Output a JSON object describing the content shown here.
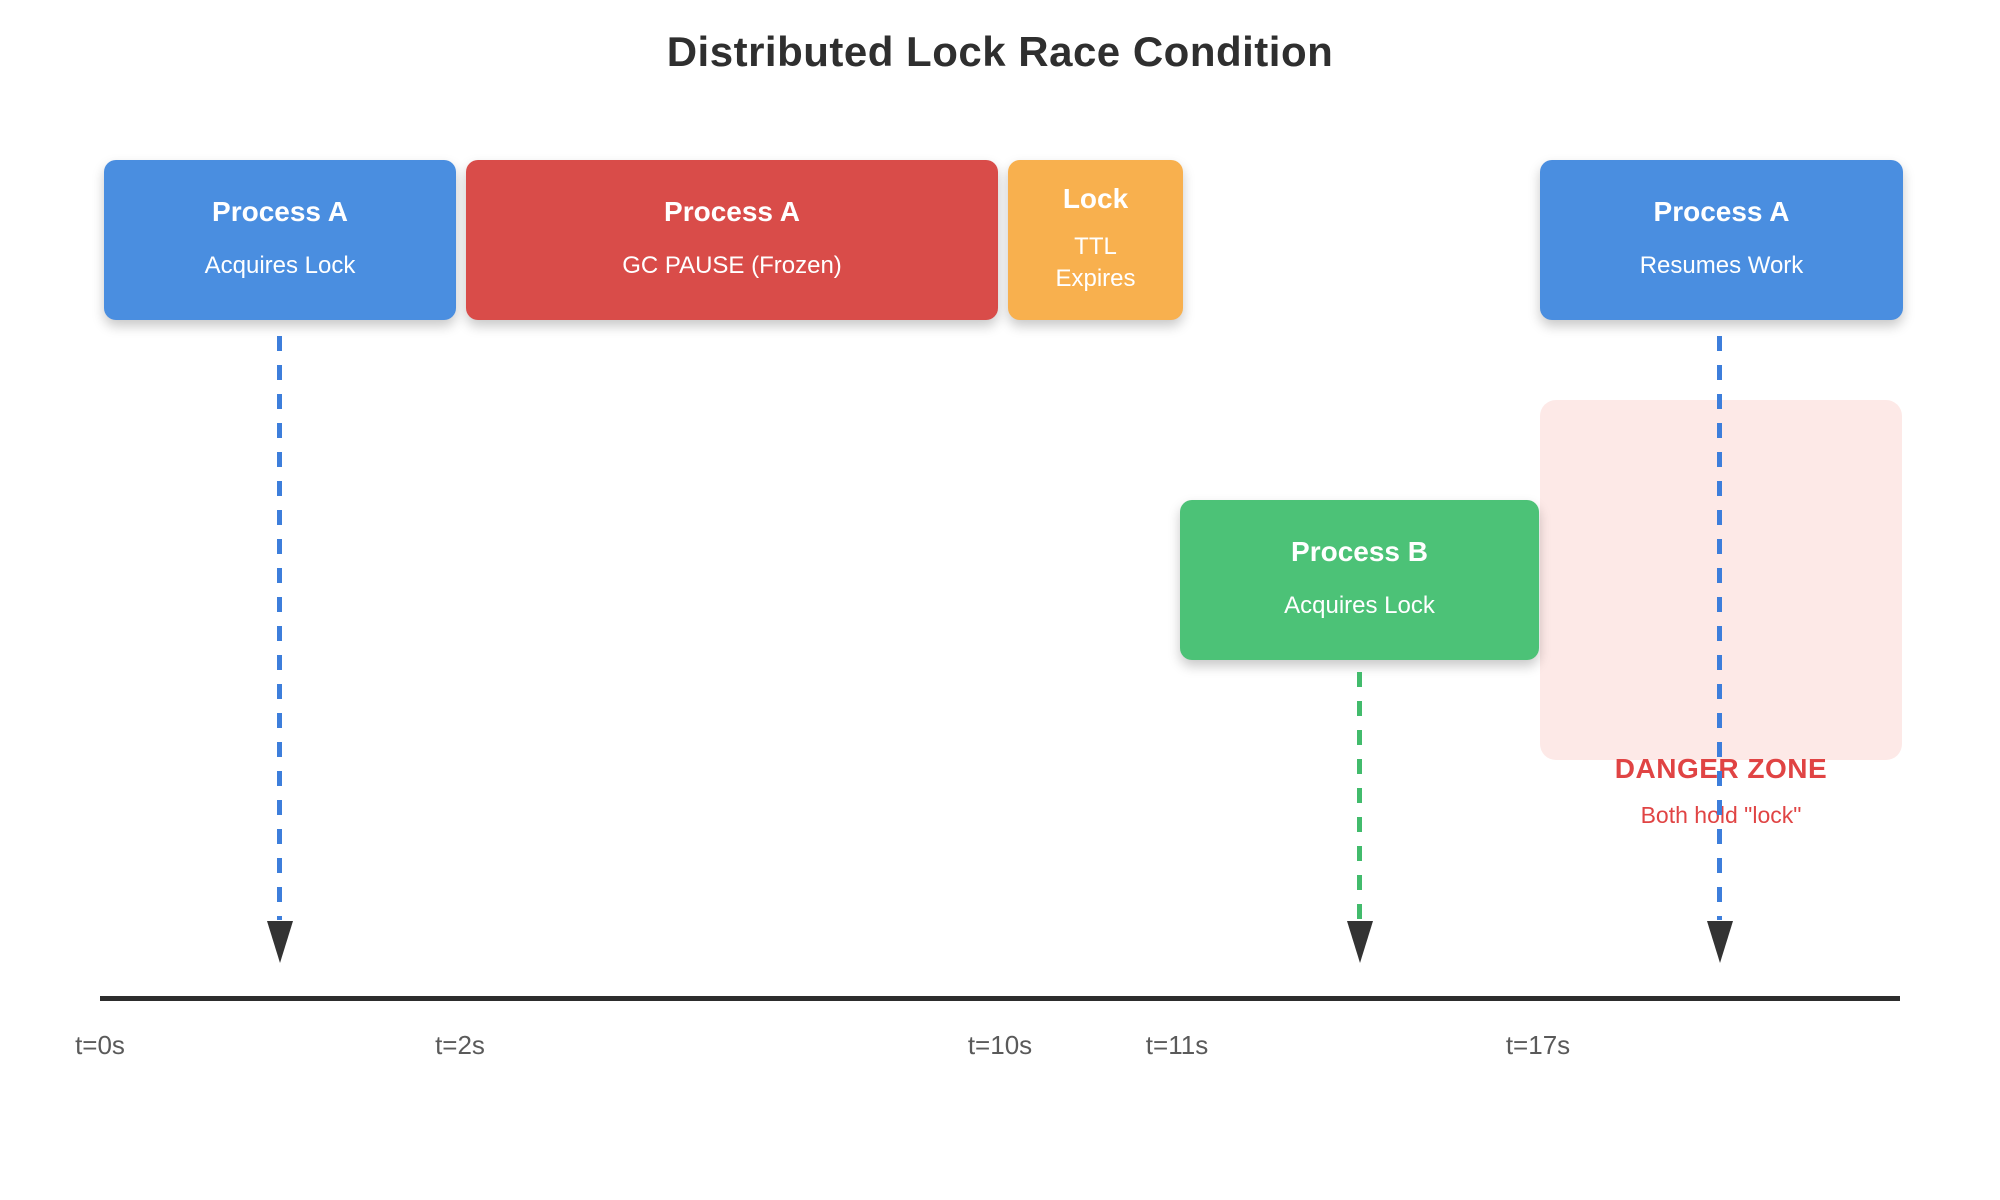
{
  "title": "Distributed Lock Race Condition",
  "boxes": [
    {
      "id": "process-a-acquires",
      "title": "Process A",
      "subtitle": "Acquires Lock",
      "color": "#4a8ee0"
    },
    {
      "id": "process-a-gc-pause",
      "title": "Process A",
      "subtitle": "GC PAUSE (Frozen)",
      "color": "#d94c49"
    },
    {
      "id": "lock-ttl-expires",
      "title": "Lock",
      "subtitle": "TTL Expires",
      "color": "#f8b04e"
    },
    {
      "id": "process-a-resumes",
      "title": "Process A",
      "subtitle": "Resumes Work",
      "color": "#4a8ee0"
    },
    {
      "id": "process-b-acquires",
      "title": "Process B",
      "subtitle": "Acquires Lock",
      "color": "#4cc277"
    }
  ],
  "danger_zone": {
    "label": "DANGER ZONE",
    "sublabel": "Both hold \"lock\"",
    "fill_color": "#fde9e7",
    "text_color": "#e04444"
  },
  "arrows": [
    {
      "id": "arrow-process-a-acquires",
      "color": "#3d7edb",
      "style": "dashed"
    },
    {
      "id": "arrow-process-b-acquires",
      "color": "#42bb6c",
      "style": "dashed"
    },
    {
      "id": "arrow-process-a-resumes",
      "color": "#3d7edb",
      "style": "dashed"
    }
  ],
  "timeline": {
    "ticks": [
      {
        "label": "t=0s"
      },
      {
        "label": "t=2s"
      },
      {
        "label": "t=10s"
      },
      {
        "label": "t=11s"
      },
      {
        "label": "t=17s"
      }
    ]
  },
  "colors": {
    "title_text": "#2f2f2f",
    "timeline_line": "#2d2d2d",
    "tick_text": "#5a5a5a",
    "arrowhead": "#333333"
  }
}
